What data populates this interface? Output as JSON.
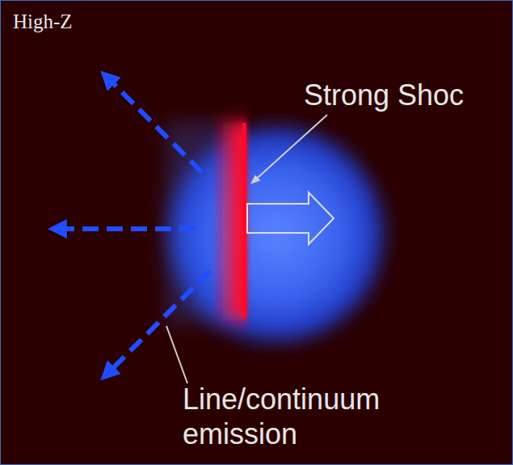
{
  "diagram": {
    "labels": [
      "High-Z",
      "Strong Shoc",
      "Line/continuum emission"
    ]
  }
}
